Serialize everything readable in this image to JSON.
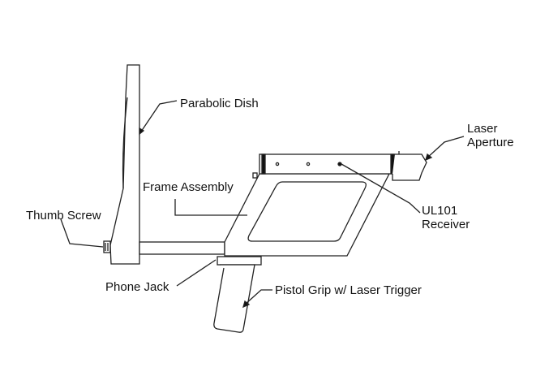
{
  "diagram": {
    "labels": {
      "parabolic_dish": "Parabolic Dish",
      "laser_aperture_1": "Laser",
      "laser_aperture_2": "Aperture",
      "frame_assembly": "Frame Assembly",
      "ul101_1": "UL101",
      "ul101_2": "Receiver",
      "thumb_screw": "Thumb Screw",
      "phone_jack": "Phone Jack",
      "pistol_grip": "Pistol Grip w/ Laser Trigger"
    },
    "colors": {
      "stroke": "#222222",
      "background": "#ffffff"
    }
  }
}
